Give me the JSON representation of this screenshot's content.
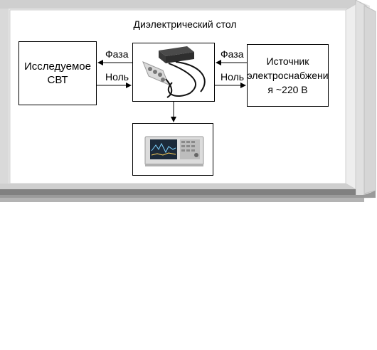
{
  "diagram": {
    "title": "Диэлектрический стол",
    "left_block": {
      "text": "Исследуемое\nСВТ"
    },
    "right_block": {
      "text": "Источник\nэлектроснабжени\nя ~220 В"
    },
    "center_block": {
      "icon": "lisn-device-image"
    },
    "bottom_block": {
      "icon": "spectrum-analyzer-image"
    },
    "labels": {
      "left_phase": "Фаза",
      "left_neutral": "Ноль",
      "right_phase": "Фаза",
      "right_neutral": "Ноль"
    }
  }
}
